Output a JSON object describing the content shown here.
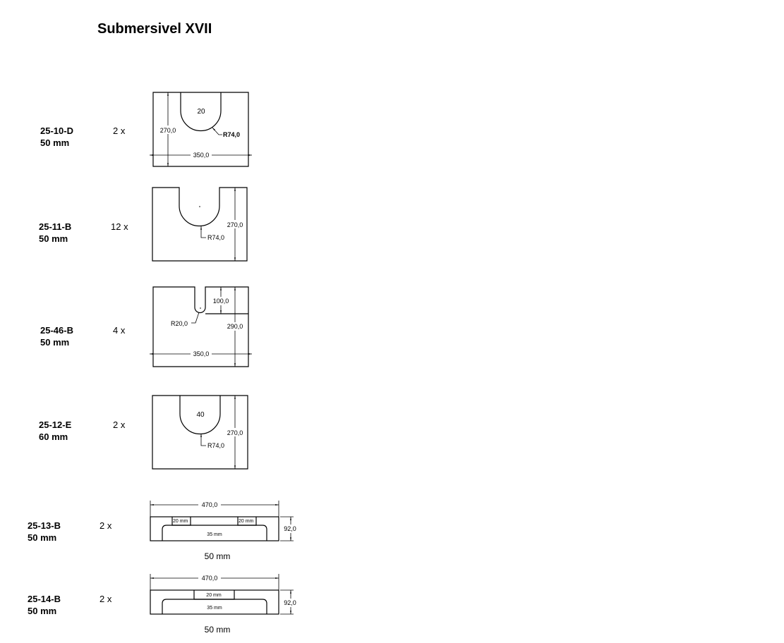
{
  "title": "Submersivel XVII",
  "parts": [
    {
      "code": "25-10-D",
      "thickness": "50 mm",
      "qty": "2 x",
      "dims": {
        "height": "270,0",
        "width": "350,0",
        "radius": "R74,0",
        "slot": "20"
      }
    },
    {
      "code": "25-11-B",
      "thickness": "50 mm",
      "qty": "12 x",
      "dims": {
        "height": "270,0",
        "radius": "R74,0"
      }
    },
    {
      "code": "25-46-B",
      "thickness": "50 mm",
      "qty": "4 x",
      "dims": {
        "notch": "100,0",
        "height": "290,0",
        "width": "350,0",
        "radius": "R20,0"
      }
    },
    {
      "code": "25-12-E",
      "thickness": "60 mm",
      "qty": "2 x",
      "dims": {
        "height": "270,0",
        "radius": "R74,0",
        "slot": "40"
      }
    },
    {
      "code": "25-13-B",
      "thickness": "50 mm",
      "qty": "2 x",
      "dims": {
        "width": "470,0",
        "height": "92,0",
        "tab_left": "20 mm",
        "tab_right": "20 mm",
        "inner": "35 mm",
        "caption": "50 mm"
      }
    },
    {
      "code": "25-14-B",
      "thickness": "50 mm",
      "qty": "2 x",
      "dims": {
        "width": "470,0",
        "height": "92,0",
        "tab": "20 mm",
        "inner": "35 mm",
        "caption": "50 mm"
      }
    }
  ]
}
